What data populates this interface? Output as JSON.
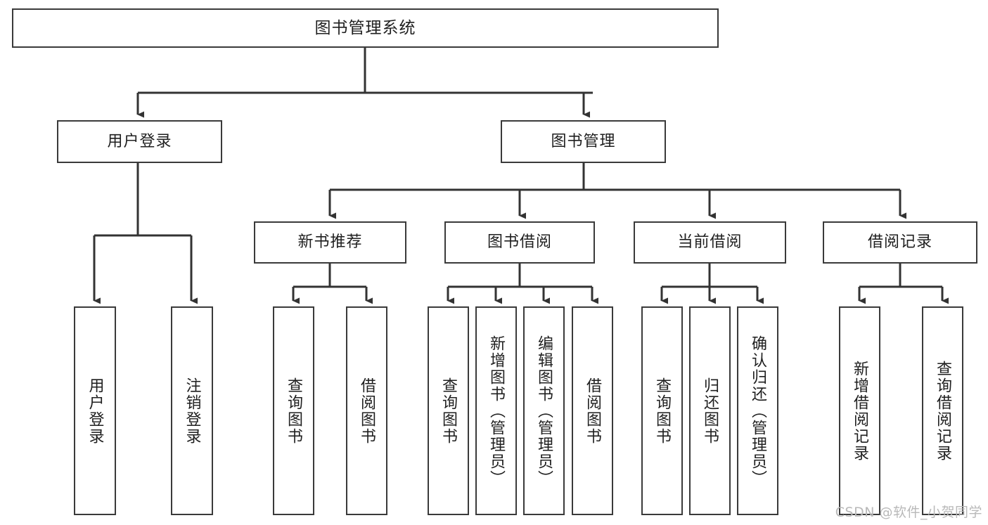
{
  "diagram": {
    "title": "图书管理系统",
    "type": "tree",
    "levels": 4,
    "root": {
      "label": "图书管理系统"
    },
    "level2": [
      {
        "label": "用户登录"
      },
      {
        "label": "图书管理"
      }
    ],
    "level3": [
      {
        "label": "新书推荐"
      },
      {
        "label": "图书借阅"
      },
      {
        "label": "当前借阅"
      },
      {
        "label": "借阅记录"
      }
    ],
    "leaves_user_login": [
      {
        "label": "用户登录"
      },
      {
        "label": "注销登录"
      }
    ],
    "leaves_new_book": [
      {
        "label": "查询图书"
      },
      {
        "label": "借阅图书"
      }
    ],
    "leaves_borrow": [
      {
        "label": "查询图书"
      },
      {
        "label": "新增图书（管理员）"
      },
      {
        "label": "编辑图书（管理员）"
      },
      {
        "label": "借阅图书"
      }
    ],
    "leaves_current": [
      {
        "label": "查询图书"
      },
      {
        "label": "归还图书"
      },
      {
        "label": "确认归还（管理员）"
      }
    ],
    "leaves_record": [
      {
        "label": "新增借阅记录"
      },
      {
        "label": "查询借阅记录"
      }
    ]
  },
  "watermark": {
    "text": "CSDN @软件_小贺同学"
  },
  "colors": {
    "border": "#3a3a3a",
    "line": "#333333",
    "background": "#ffffff",
    "text": "#1f1f1f",
    "watermark": "#b9b9b9"
  }
}
